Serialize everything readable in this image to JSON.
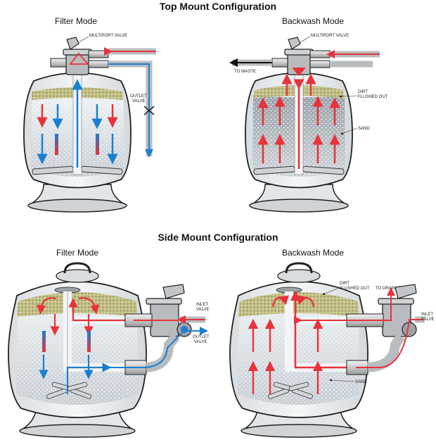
{
  "titles": {
    "top": "Top Mount Configuration",
    "side": "Side Mount Configuration"
  },
  "modes": {
    "filter": "Filter Mode",
    "backwash": "Backwash Mode"
  },
  "labels": {
    "multiport_valve": "MULTIPORT VALVE",
    "outlet_valve_l1": "OUTLET",
    "outlet_valve_l2": "VALVE",
    "to_waste": "TO WASTE",
    "dirt_l1": "DIRT",
    "dirt_l2": "FLUSHED OUT",
    "sand": "SAND",
    "inlet_valve_l1": "INLET",
    "inlet_valve_l2": "VALVE",
    "to_drain": "TO DRAIN"
  },
  "colors": {
    "inlet_flow": "#e8323c",
    "outlet_flow": "#1a7fd0",
    "tank_outline": "#222222",
    "tank_fill": "#e9ecee",
    "sand": "#cfd6db",
    "dirt": "#b9b67a"
  }
}
